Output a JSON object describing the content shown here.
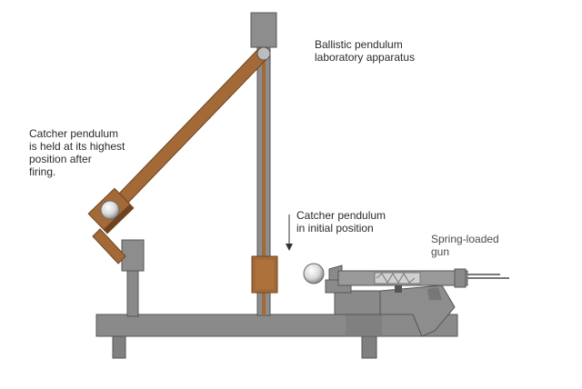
{
  "labels": {
    "title": "Ballistic pendulum\nlaboratory apparatus",
    "catcher_high": "Catcher pendulum\nis held at its highest\nposition after\nfiring.",
    "catcher_initial": "Catcher pendulum\nin initial position",
    "spring_gun": "Spring-loaded\ngun"
  },
  "colors": {
    "metal": "#8a8a8a",
    "metal_dark": "#5f5f5f",
    "wood": "#a36a37",
    "wood_dark": "#6d4420",
    "ball": "#d9d9d9",
    "text": "#2a2a2a"
  }
}
